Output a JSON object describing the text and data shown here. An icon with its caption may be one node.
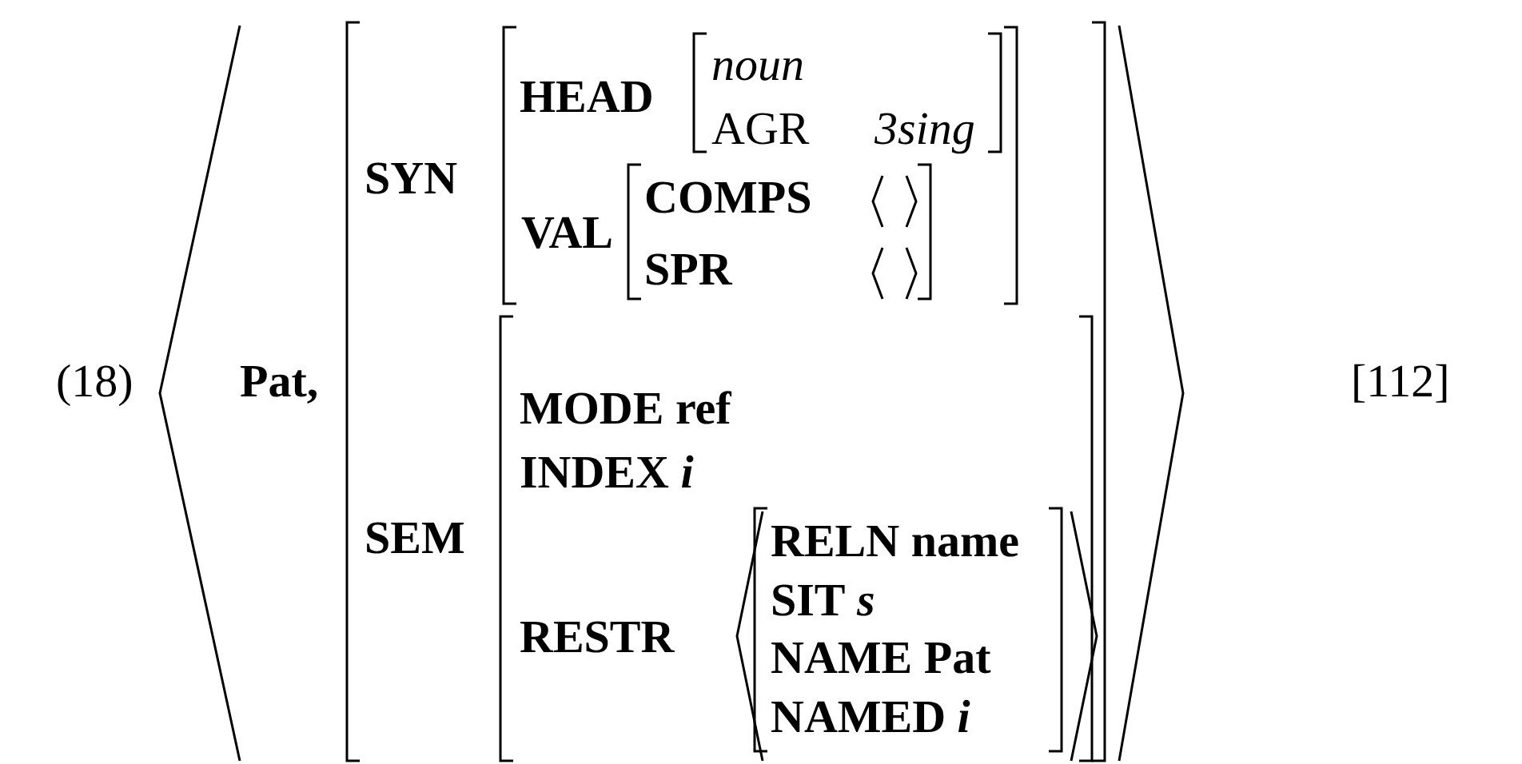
{
  "diagram": {
    "labels": [
      "(18)",
      "Pat,",
      "SYN",
      "HEAD",
      "noun",
      "AGR",
      "3sing",
      "VAL",
      "COMPS",
      "SPR",
      "SEM",
      "MODE ref",
      "**INDEX** *i*",
      "RESTR",
      "RELN name",
      "**SIT** *s*",
      "NAME Pat",
      "**NAMED** *i*",
      "[112]"
    ]
  }
}
